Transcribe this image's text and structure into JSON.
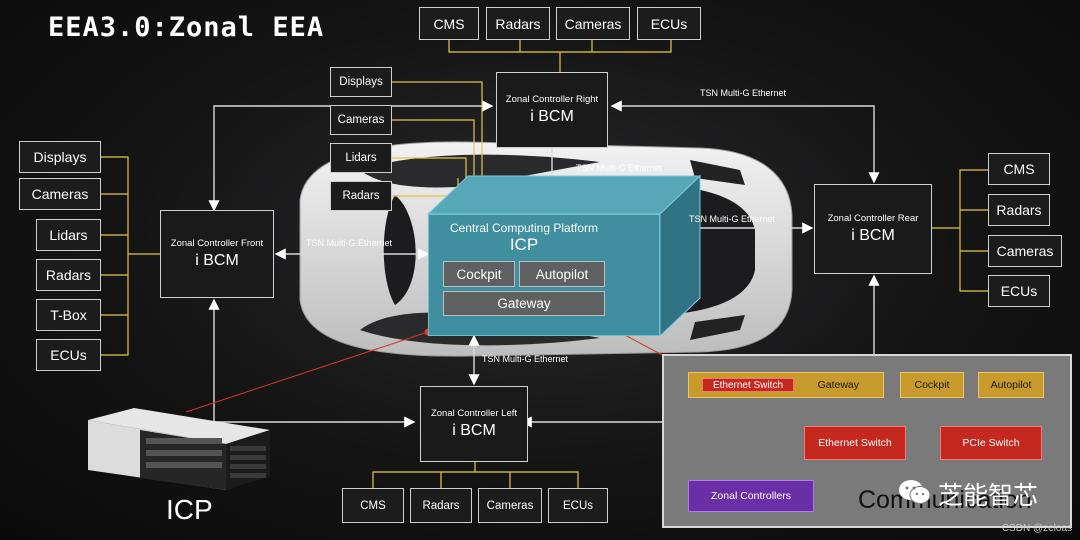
{
  "title": "EEA3.0:Zonal EEA",
  "top_devices": [
    "CMS",
    "Radars",
    "Cameras",
    "ECUs"
  ],
  "top_left_devices": [
    "Displays",
    "Cameras",
    "Lidars",
    "Radars"
  ],
  "left_devices": [
    "Displays",
    "Cameras",
    "Lidars",
    "Radars",
    "T-Box",
    "ECUs"
  ],
  "right_devices": [
    "CMS",
    "Radars",
    "Cameras",
    "ECUs"
  ],
  "bottom_devices": [
    "CMS",
    "Radars",
    "Cameras",
    "ECUs"
  ],
  "controllers": {
    "right": {
      "title": "Zonal Controller Right",
      "sub": "i BCM"
    },
    "front": {
      "title": "Zonal Controller Front",
      "sub": "i BCM"
    },
    "rear": {
      "title": "Zonal Controller Rear",
      "sub": "i BCM"
    },
    "left": {
      "title": "Zonal Controller Left",
      "sub": "i BCM"
    }
  },
  "icp": {
    "title": "Central Computing Platform",
    "sub": "ICP",
    "cockpit": "Cockpit",
    "autopilot": "Autopilot",
    "gateway": "Gateway"
  },
  "links": {
    "tsn_top_right": "TSN Multi-G Ethernet",
    "tsn_top": "TSN Multi-G Ethernet",
    "tsn_right": "TSN Multi-G Ethernet",
    "tsn_left": "TSN Multi-G Ethernet",
    "tsn_bottom": "TSN Multi-G Ethernet"
  },
  "comm_panel": {
    "ethernet_switch_inner": "Ethernet Switch",
    "gateway": "Gateway",
    "cockpit": "Cockpit",
    "autopilot": "Autopilot",
    "ethernet_switch": "Ethernet Switch",
    "pcie_switch": "PCIe Switch",
    "zonal_controllers": "Zonal Controllers",
    "caption": "Communication"
  },
  "icp_hardware_label": "ICP",
  "watermark": "芝能智芯",
  "csdn": "CSDN @zeloas",
  "colors": {
    "icp": "#3f8fa0",
    "gold": "#c99a2c",
    "red": "#c5281e",
    "purple": "#6a2fa6",
    "connector_yellow": "#e4c84a"
  }
}
